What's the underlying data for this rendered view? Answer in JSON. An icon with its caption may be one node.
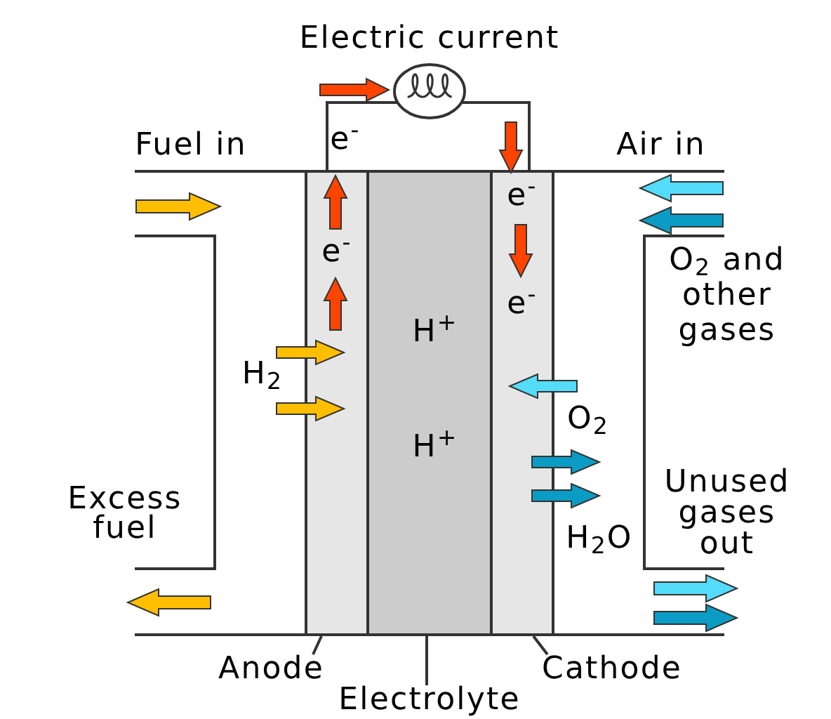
{
  "diagram": {
    "nodes": [
      {
        "text": [],
        "shape": "circle"
      },
      {
        "text": [
          "e$^{-}$"
        ]
      },
      {
        "text": [
          "H$^{+}$",
          "H$^{+}$"
        ]
      },
      {
        "text": [
          "e$^{-}$",
          "e$^{-}$"
        ]
      },
      {
        "text": [
          "Anode"
        ]
      },
      {
        "text": [
          "Electrolyte"
        ]
      },
      {
        "text": [
          "Cathode"
        ]
      }
    ],
    "edges": [
      {
        "from": 1,
        "to": 0,
        "arrow": "none"
      },
      {
        "from": 0,
        "to": 3,
        "arrow": "none"
      },
      {
        "from": 4,
        "to": 1,
        "arrow": "none"
      },
      {
        "from": 5,
        "to": 2,
        "arrow": "none"
      },
      {
        "from": 6,
        "to": 3,
        "arrow": "none"
      }
    ],
    "labels": [
      "Electric current",
      "Fuel in",
      "e$^{-}$",
      "Air in",
      "O$_{2}$ and other gases",
      "H$_{2}$",
      "O$_{2}$",
      "Unused gases out",
      "Excess fuel",
      "H$_{2}$O"
    ]
  }
}
